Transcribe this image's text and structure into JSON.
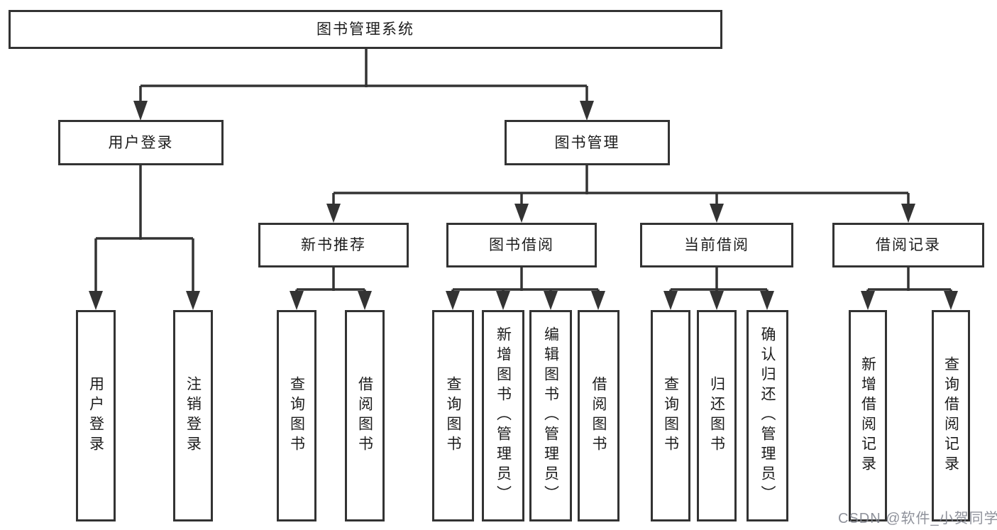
{
  "nodes": {
    "root": {
      "label": "图书管理系统"
    },
    "branches": [
      {
        "label": "用户登录"
      },
      {
        "label": "图书管理"
      },
      {
        "label": "新书推荐"
      },
      {
        "label": "图书借阅"
      },
      {
        "label": "当前借阅"
      },
      {
        "label": "借阅记录"
      }
    ],
    "leaves": [
      {
        "label": "用户登录"
      },
      {
        "label": "注销登录"
      },
      {
        "label": "查询图书"
      },
      {
        "label": "借阅图书"
      },
      {
        "label": "查询图书"
      },
      {
        "label": "新增图书（管理员）"
      },
      {
        "label": "编辑图书（管理员）"
      },
      {
        "label": "借阅图书"
      },
      {
        "label": "查询图书"
      },
      {
        "label": "归还图书"
      },
      {
        "label": "确认归还（管理员）"
      },
      {
        "label": "新增借阅记录"
      },
      {
        "label": "查询借阅记录"
      }
    ]
  },
  "watermark": {
    "text": "CSDN @软件_小贺同学"
  },
  "colors": {
    "line": "#333333",
    "text": "#1c1c1c",
    "background": "#ffffff",
    "watermark_gray": "#80838d"
  }
}
